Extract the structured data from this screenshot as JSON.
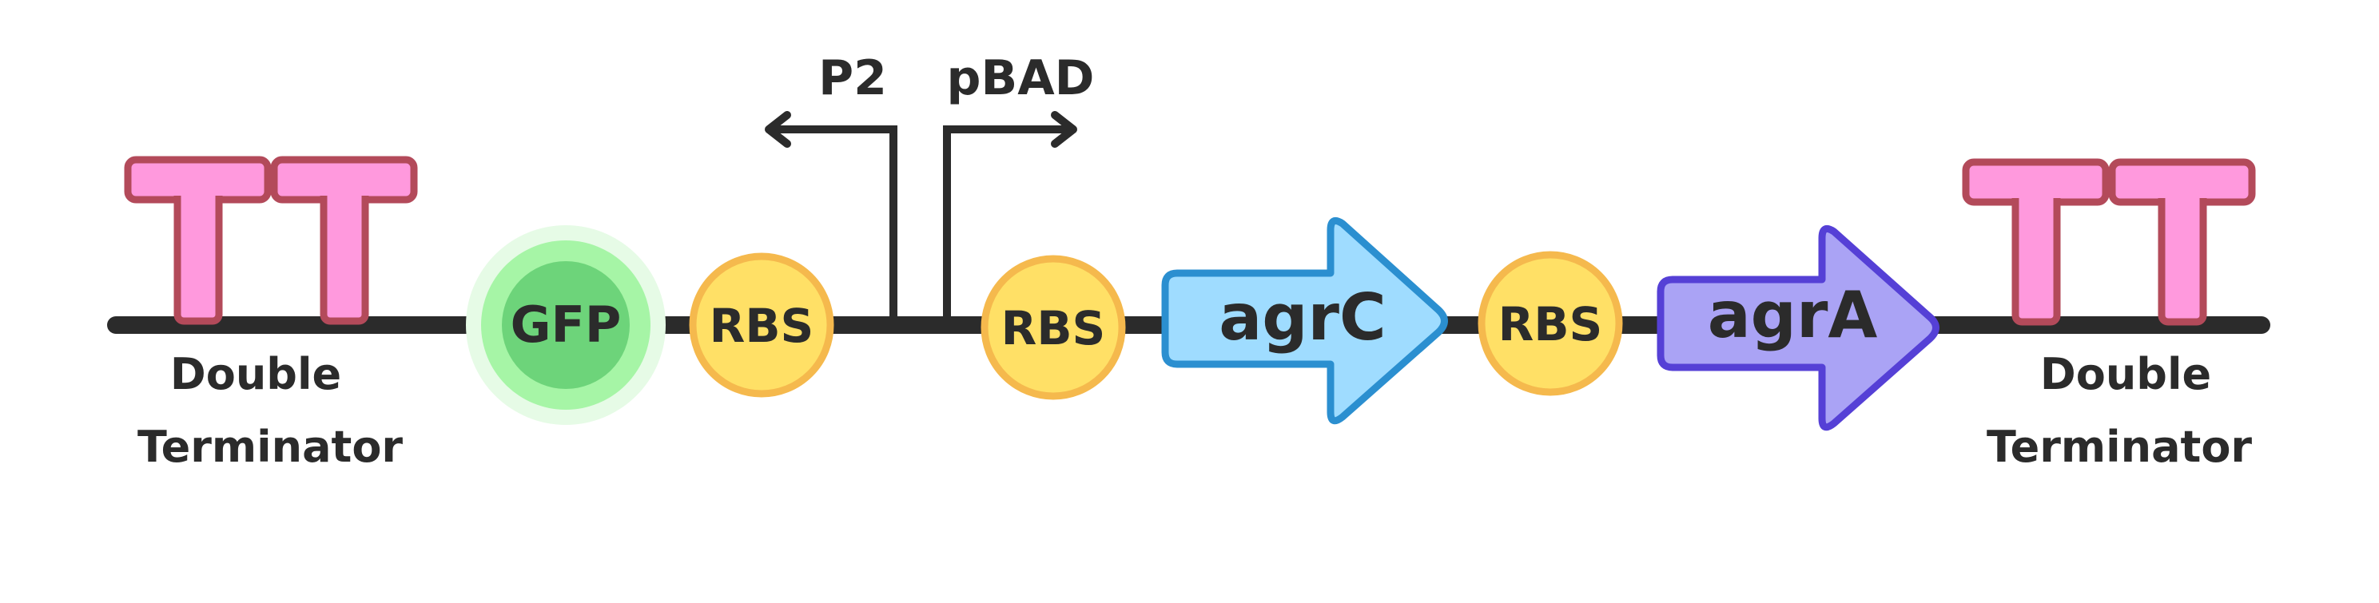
{
  "terminators": [
    {
      "label_line1": "Double",
      "label_line2": "Terminator"
    },
    {
      "label_line1": "Double",
      "label_line2": "Terminator"
    }
  ],
  "reporter": {
    "label": "GFP"
  },
  "rbs": [
    {
      "label": "RBS"
    },
    {
      "label": "RBS"
    },
    {
      "label": "RBS"
    }
  ],
  "promoters": [
    {
      "label": "P2",
      "direction": "left"
    },
    {
      "label": "pBAD",
      "direction": "right"
    }
  ],
  "genes": [
    {
      "label": "agrC"
    },
    {
      "label": "agrA"
    }
  ],
  "colors": {
    "backbone": "#2b2b2b",
    "terminator_fill": "#ff99dd",
    "terminator_stroke": "#b34a5a",
    "gfp_outer": "#e6fbe6",
    "gfp_mid": "#a6f5a6",
    "gfp_inner": "#6dd47a",
    "rbs_fill": "#ffe066",
    "rbs_stroke": "#f5b94d",
    "agrC_fill": "#9fdcff",
    "agrC_stroke": "#2b8fd0",
    "agrA_fill": "#aaa3f5",
    "agrA_stroke": "#5540d6"
  }
}
